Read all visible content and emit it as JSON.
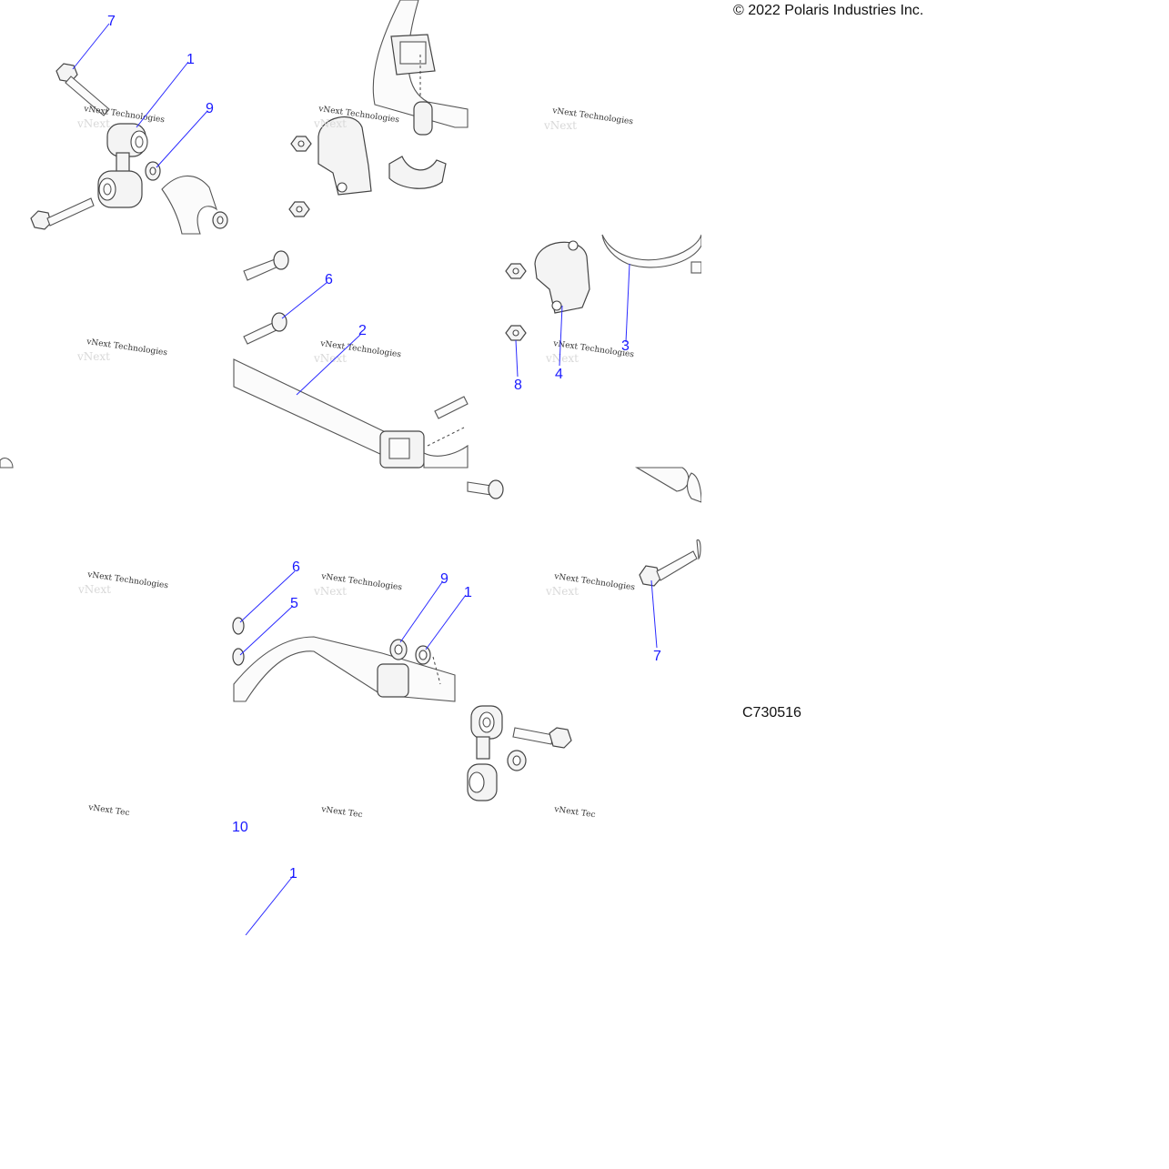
{
  "copyright": "© 2022 Polaris Industries Inc.",
  "figure_id": "C730516",
  "watermark": {
    "line1": "vNext Technologies",
    "line1_partial": "vNext Tec",
    "ghost": "vNext"
  },
  "callouts": {
    "c7_top": "7",
    "c1_top": "1",
    "c9_top": "9",
    "c6_mid": "6",
    "c2_mid": "2",
    "c3_mid": "3",
    "c4_mid": "4",
    "c8_mid": "8",
    "c6_low": "6",
    "c5_low": "5",
    "c9_low": "9",
    "c1_low_partial": "1",
    "c7_low": "7",
    "c10_low": "10",
    "c1_bottom": "1"
  },
  "colors": {
    "callout": "#1a1aff",
    "line_art": "#444444"
  }
}
